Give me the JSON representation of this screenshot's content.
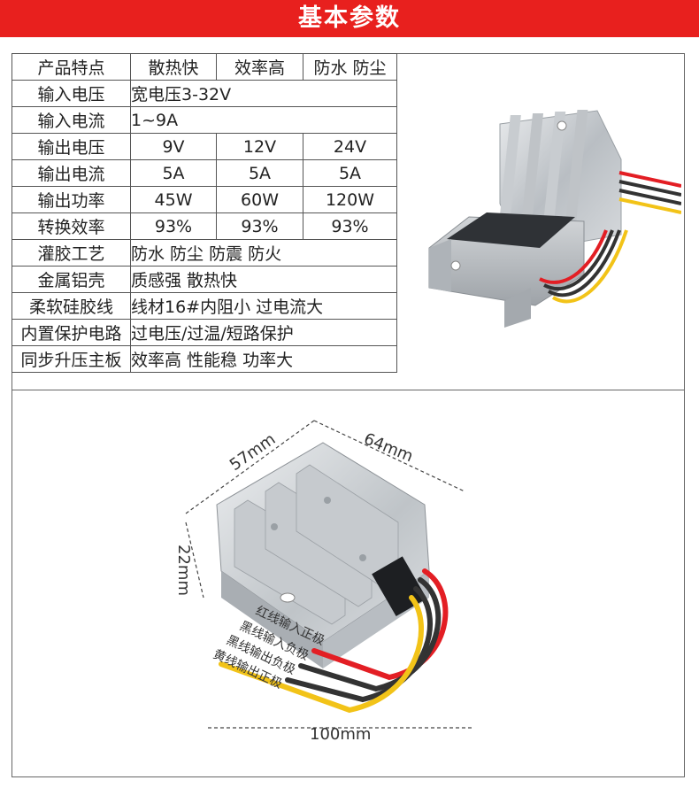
{
  "header": {
    "title": "基本参数"
  },
  "specs": {
    "rows": [
      {
        "label": "产品特点",
        "values": [
          "散热快",
          "效率高",
          "防水 防尘"
        ]
      },
      {
        "label": "输入电压",
        "value": "宽电压3-32V"
      },
      {
        "label": "输入电流",
        "value": "1~9A"
      },
      {
        "label": "输出电压",
        "values": [
          "9V",
          "12V",
          "24V"
        ]
      },
      {
        "label": "输出电流",
        "values": [
          "5A",
          "5A",
          "5A"
        ]
      },
      {
        "label": "输出功率",
        "values": [
          "45W",
          "60W",
          "120W"
        ]
      },
      {
        "label": "转换效率",
        "values": [
          "93%",
          "93%",
          "93%"
        ]
      },
      {
        "label": "灌胶工艺",
        "value": "防水 防尘 防震 防火"
      },
      {
        "label": "金属铝壳",
        "value": "质感强 散热快"
      },
      {
        "label": "柔软硅胶线",
        "value": "线材16#内阻小 过电流大"
      },
      {
        "label": "内置保护电路",
        "value": "过电压/过温/短路保护"
      },
      {
        "label": "同步升压主板",
        "value": "效率高 性能稳 功率大"
      }
    ]
  },
  "dimensions": {
    "width": "57mm",
    "length": "64mm",
    "height": "22mm",
    "wire_length": "100mm"
  },
  "wires": {
    "red": "红线输入正极",
    "black_in": "黑线输入负极",
    "black_out": "黑线输出负极",
    "yellow": "黄线输出正极"
  },
  "colors": {
    "header": "#e8201e",
    "wire_red": "#e31e24",
    "wire_black": "#333333",
    "wire_yellow": "#f2c318"
  }
}
